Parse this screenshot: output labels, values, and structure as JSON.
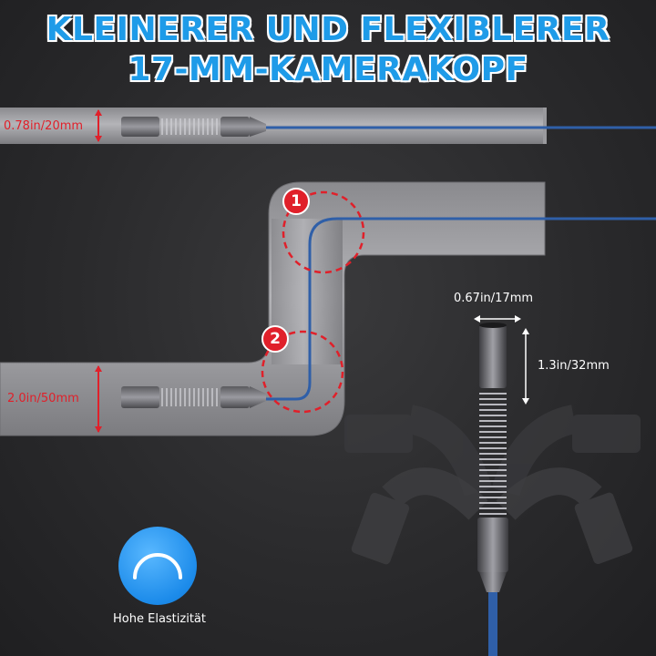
{
  "title": {
    "line1": "KLEINERER UND FLEXIBLERER",
    "line2": "17-MM-KAMERAKOPF"
  },
  "labels": {
    "pipe_small_diameter": "0.78in/20mm",
    "pipe_large_diameter": "2.0in/50mm",
    "camera_width": "0.67in/17mm",
    "camera_length": "1.3in/32mm"
  },
  "bend_markers": [
    "1",
    "2"
  ],
  "feature": {
    "icon": "arc-elasticity-icon",
    "label": "Hohe Elastizität"
  },
  "colors": {
    "accent_blue": "#1e9be8",
    "marker_red": "#e0202a",
    "cable_blue": "#2f5fa8"
  }
}
